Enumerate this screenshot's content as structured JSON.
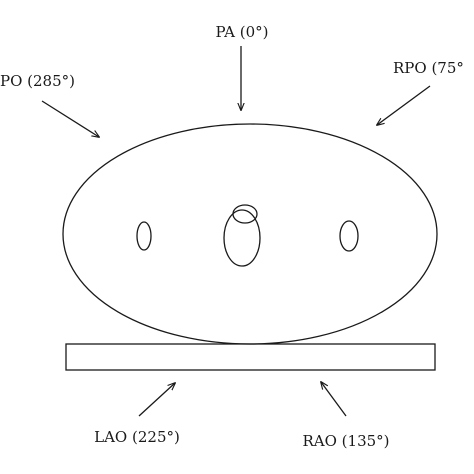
{
  "diagram": {
    "labels": {
      "pa": "PA (0°)",
      "rpo": "RPO (75°",
      "lpo": "PO (285°)",
      "lao": "LAO (225°)",
      "rao": "RAO (135°)"
    }
  }
}
